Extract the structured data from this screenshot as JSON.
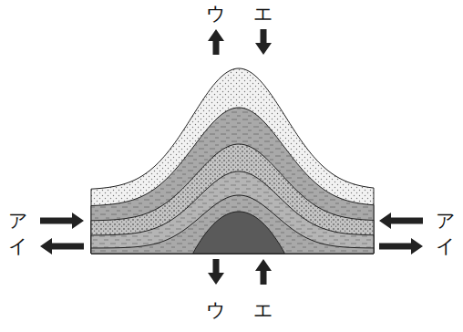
{
  "diagram": {
    "labels": [
      "ウ",
      "エ",
      "ア",
      "イ",
      "ア",
      "イ",
      "ウ",
      "エ"
    ]
  }
}
